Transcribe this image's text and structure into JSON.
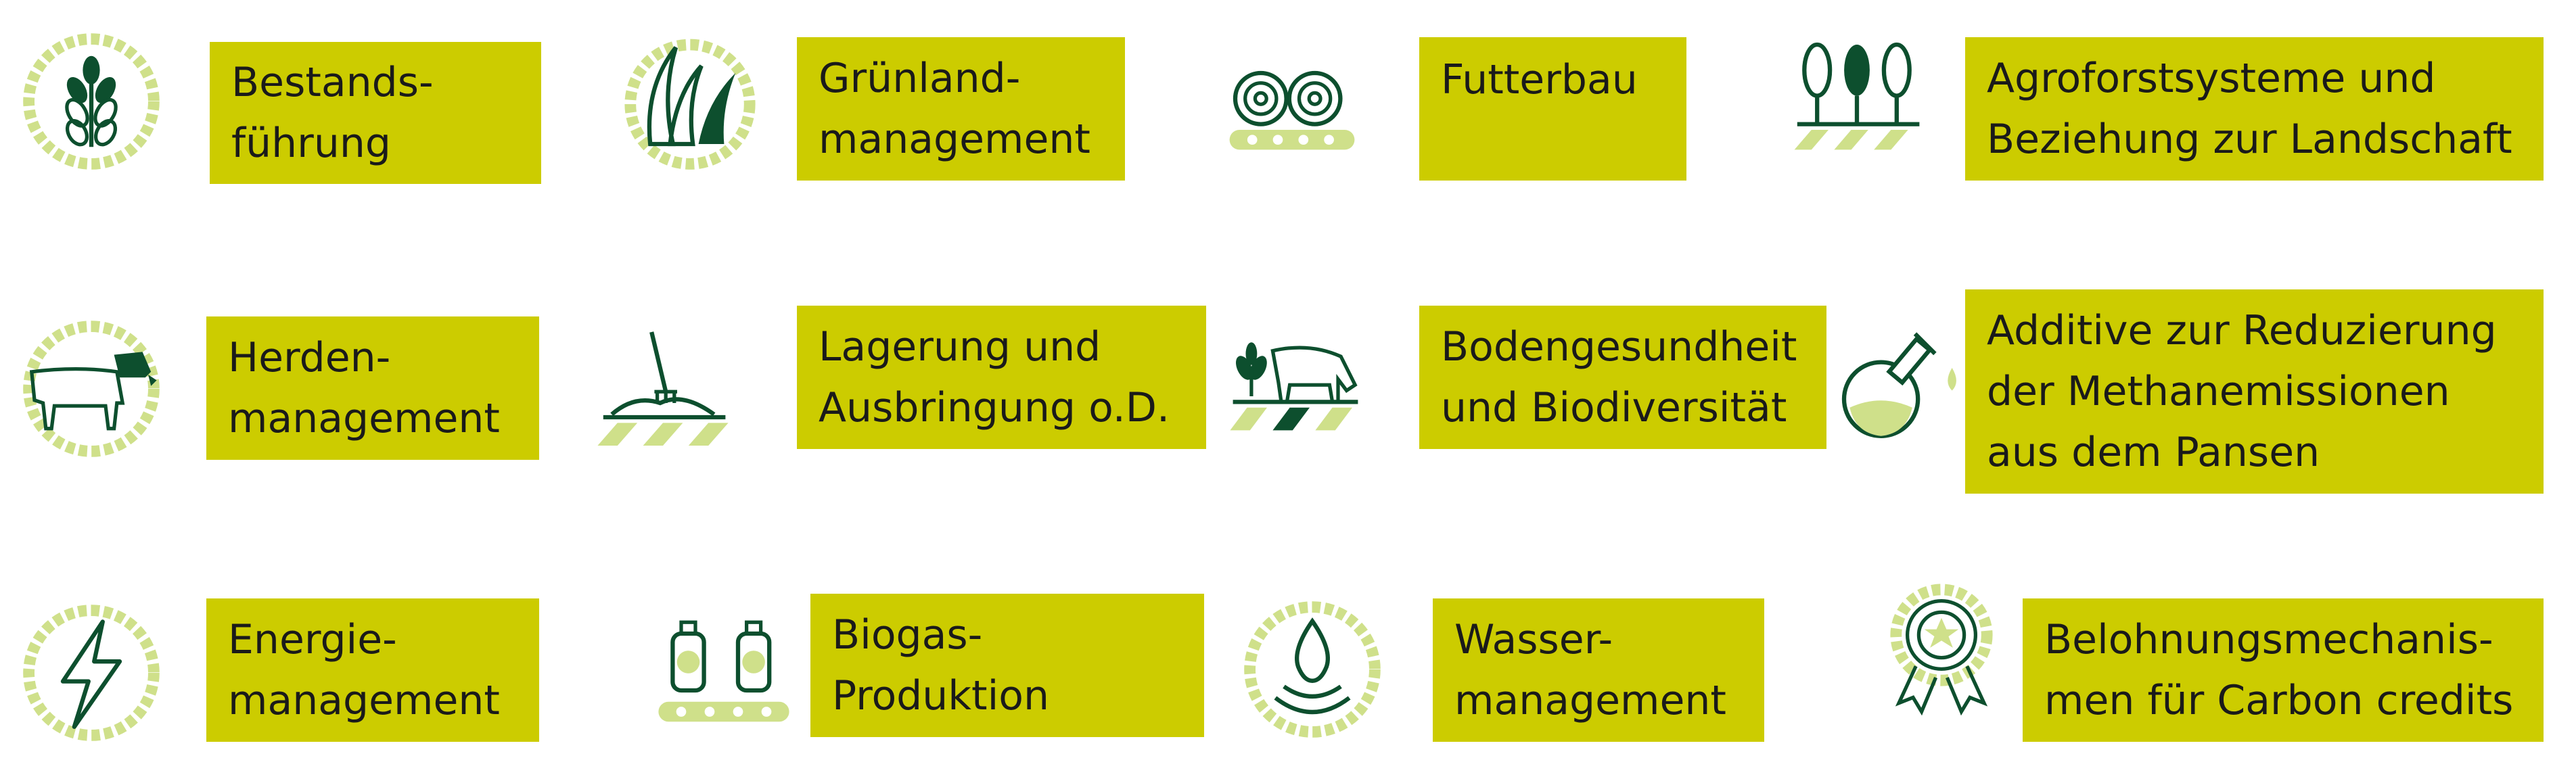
{
  "colors": {
    "box": "#cccc00",
    "dark_green": "#0d4f2e",
    "light_green": "#cfe08a",
    "text": "#1a1a1a"
  },
  "items": [
    {
      "icon": "wheat-gear-icon",
      "lines": [
        "Bestands-",
        "führung"
      ]
    },
    {
      "icon": "grass-gear-icon",
      "lines": [
        "Grünland-",
        "management"
      ]
    },
    {
      "icon": "hay-bales-icon",
      "lines": [
        "Futterbau"
      ]
    },
    {
      "icon": "trees-field-icon",
      "lines": [
        "Agroforstsysteme und",
        "Beziehung zur Landschaft"
      ]
    },
    {
      "icon": "cow-gear-icon",
      "lines": [
        "Herden-",
        "management"
      ]
    },
    {
      "icon": "manure-fork-icon",
      "lines": [
        "Lagerung und",
        "Ausbringung o.D."
      ]
    },
    {
      "icon": "grazing-cow-icon",
      "lines": [
        "Bodengesundheit",
        "und Biodiversität"
      ]
    },
    {
      "icon": "flask-icon",
      "lines": [
        "Additive zur Reduzierung",
        "der Methanemissionen",
        "aus dem Pansen"
      ]
    },
    {
      "icon": "lightning-gear-icon",
      "lines": [
        "Energie-",
        "management"
      ]
    },
    {
      "icon": "biogas-tanks-icon",
      "lines": [
        "Biogas-",
        "Produktion"
      ]
    },
    {
      "icon": "water-drop-gear-icon",
      "lines": [
        "Wasser-",
        "management"
      ]
    },
    {
      "icon": "award-medal-icon",
      "lines": [
        "Belohnungsmechanis-",
        "men für Carbon credits"
      ]
    }
  ]
}
